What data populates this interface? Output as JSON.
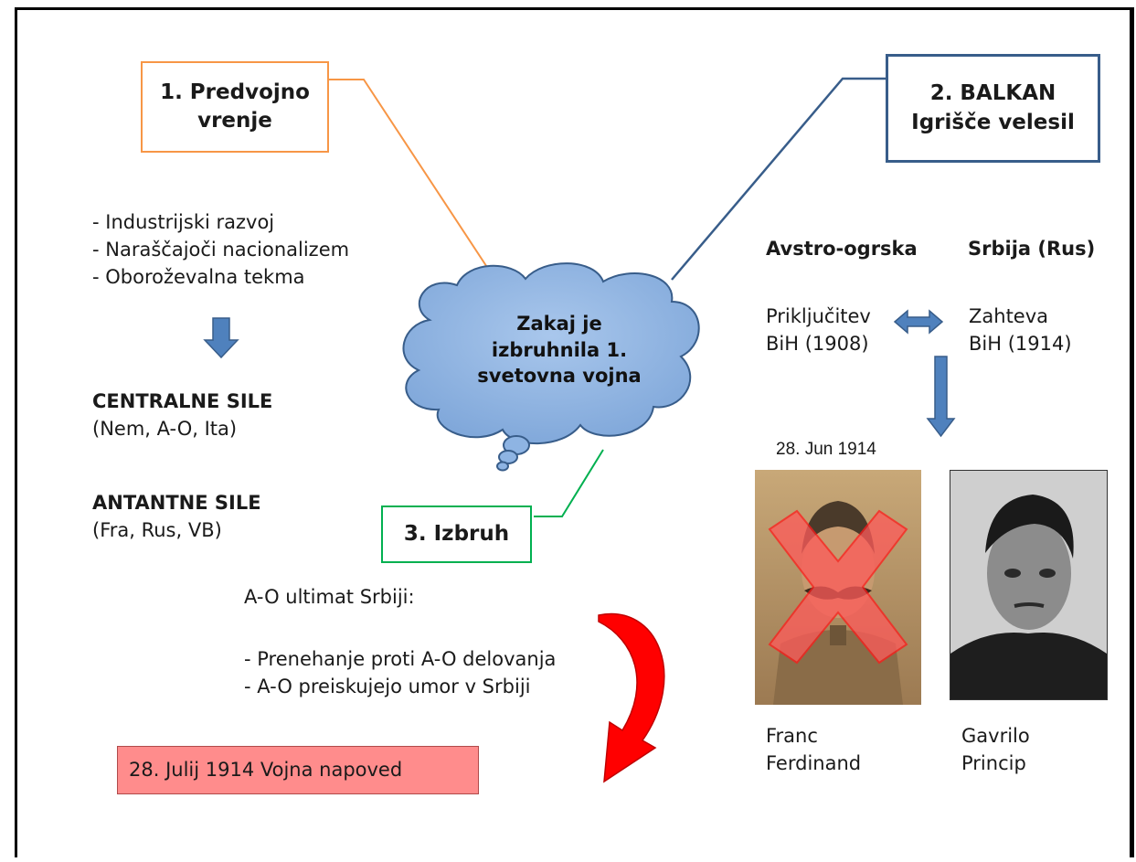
{
  "boxes": {
    "predvojno_line1": "1. Predvojno",
    "predvojno_line2": "vrenje",
    "balkan_line1": "2. BALKAN",
    "balkan_line2": "Igrišče velesil",
    "izbruh": "3. Izbruh"
  },
  "cloud": {
    "line1": "Zakaj je",
    "line2": "izbruhnila 1.",
    "line3": "svetovna vojna"
  },
  "causes": [
    "- Industrijski razvoj",
    "- Naraščajoči nacionalizem",
    "- Oboroževalna tekma"
  ],
  "alliances": {
    "central_title": "CENTRALNE  SILE",
    "central_members": "(Nem, A-O, Ita)",
    "entente_title": "ANTANTNE SILE",
    "entente_members": "(Fra, Rus, VB)"
  },
  "balkan": {
    "left_title": "Avstro-ogrska",
    "right_title": "Srbija (Rus)",
    "left_l1": "Priključitev",
    "left_l2": "BiH (1908)",
    "right_l1": "Zahteva",
    "right_l2": "BiH (1914)",
    "assassination_date": "28. Jun 1914",
    "person1_l1": "Franc",
    "person1_l2": "Ferdinand",
    "person2_l1": "Gavrilo",
    "person2_l2": "Princip"
  },
  "ultimatum": {
    "title": "A-O ultimat Srbiji:",
    "item1": "- Prenehanje proti A-O delovanja",
    "item2": "- A-O preiskujejo umor v Srbiji"
  },
  "war_declaration": "28. Julij 1914 Vojna napoved",
  "colors": {
    "orange": "#f79646",
    "blue": "#385d8a",
    "green": "#00b050",
    "cloud_fill": "#8eb4e3",
    "arrow_fill": "#4f81bd",
    "red_arrow": "#ff0000",
    "declaration_fill": "#ff8c8c"
  },
  "icons": {
    "down_arrow": "down-arrow-icon",
    "double_arrow": "left-right-arrow-icon",
    "curved_arrow": "curved-arrow-icon",
    "cross": "red-x-mark"
  }
}
